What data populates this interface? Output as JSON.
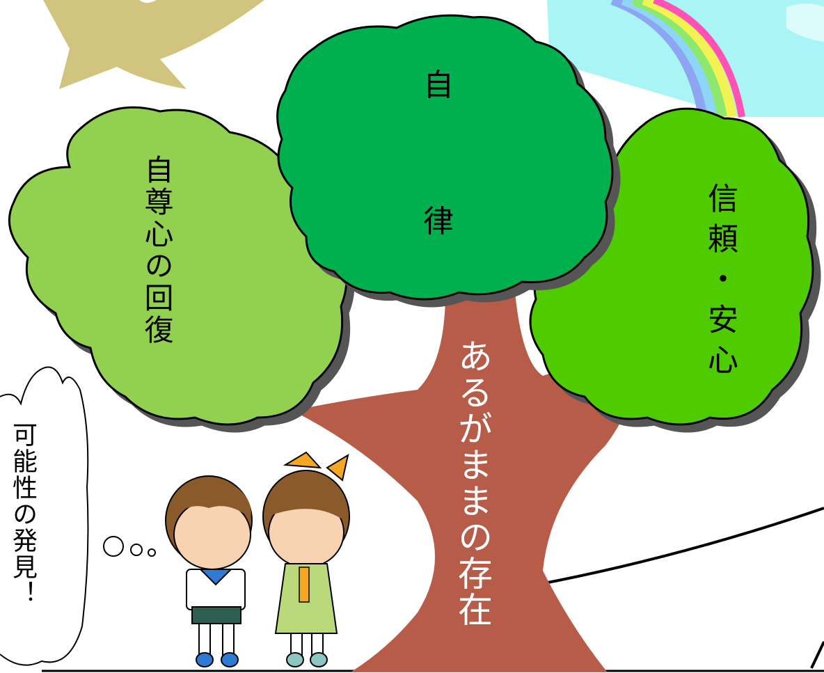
{
  "tree": {
    "center_canopy_label_top": "自",
    "center_canopy_label_bottom": "律",
    "left_canopy_label": "自尊心の回復",
    "right_canopy_label": "信頼・安心",
    "trunk_label": "あるがままの存在"
  },
  "thought_bubble": {
    "label": "可能性の発見！"
  },
  "colors": {
    "center_canopy": "#00B050",
    "left_canopy": "#92D050",
    "right_canopy": "#4FCC00",
    "trunk": "#B85C4A",
    "sky": "#A9F5F5",
    "sun": "#D1C47E"
  }
}
